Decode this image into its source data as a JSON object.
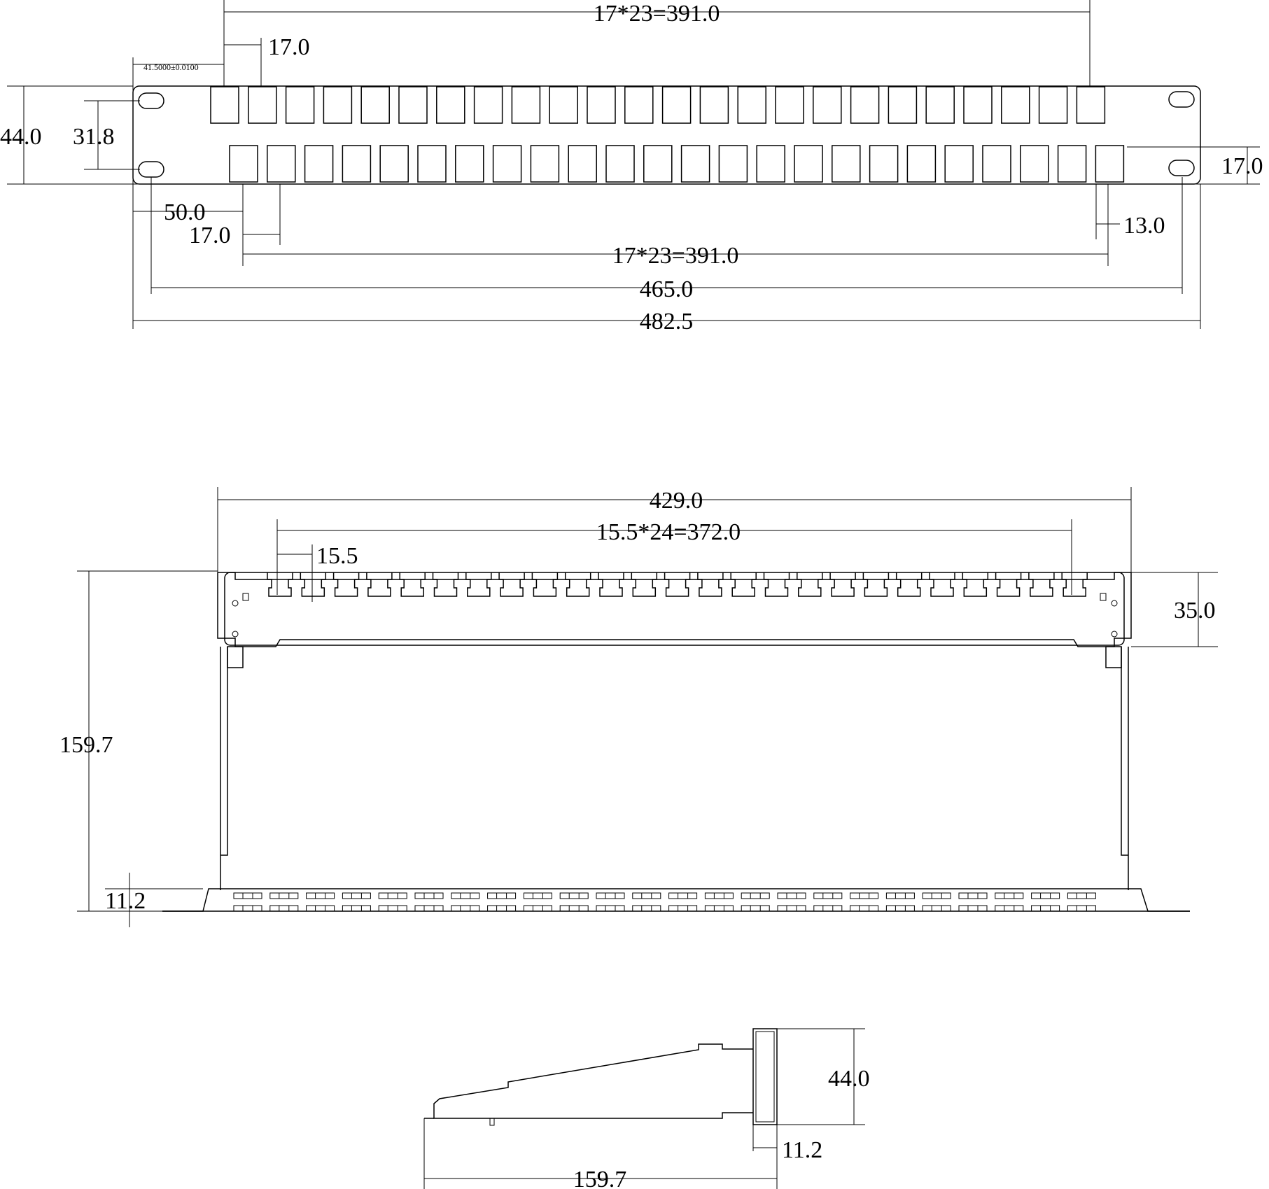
{
  "front_view": {
    "dim_top_pitch": "17*23=391.0",
    "dim_port_pitch_top": "17.0",
    "dim_offset_tolerance": "41.5000±0.0100",
    "dim_height": "44.0",
    "dim_hole_spacing": "31.8",
    "dim_right_height": "17.0",
    "dim_left_offset": "50.0",
    "dim_port_pitch_bottom": "17.0",
    "dim_port_width": "13.0",
    "dim_bottom_pitch": "17*23=391.0",
    "dim_inner_width": "465.0",
    "dim_total_width": "482.5",
    "top_row_ports": 24,
    "bottom_row_ports": 24
  },
  "top_view": {
    "dim_width": "429.0",
    "dim_slot_pitch": "15.5*24=372.0",
    "dim_slot_pitch_single": "15.5",
    "dim_bracket_depth": "35.0",
    "dim_depth": "159.7",
    "dim_bottom_offset": "11.2",
    "slots": 25
  },
  "side_view": {
    "dim_height": "44.0",
    "dim_flange": "11.2",
    "dim_depth": "159.7"
  }
}
